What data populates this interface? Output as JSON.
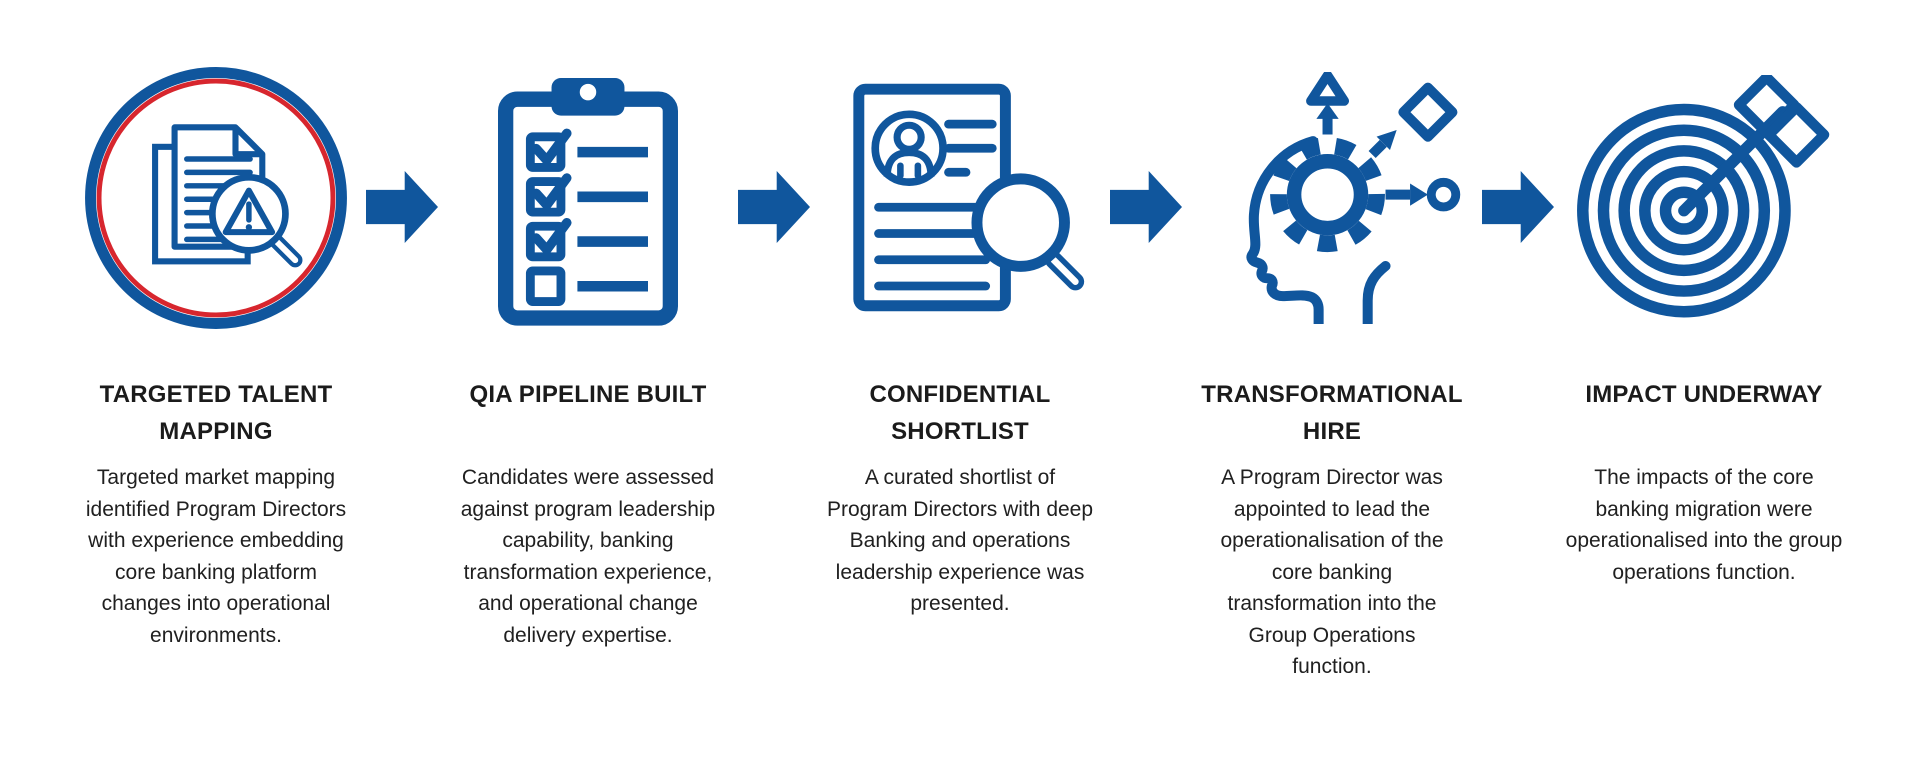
{
  "infographic": {
    "type": "horizontal-process-flow",
    "step_count": 5
  },
  "colors": {
    "primary_blue": "#10569D",
    "accent_red": "#D7262E",
    "title_text": "#1b1b1b",
    "body_text": "#202020",
    "background": "#ffffff"
  },
  "connector": {
    "icon": "arrow-right-icon"
  },
  "steps": [
    {
      "id": "targeted-talent-mapping",
      "icon": "documents-alert-magnifier-icon",
      "title": "TARGETED TALENT MAPPING",
      "description": "Targeted market mapping identified Program Directors with experience embedding core banking platform changes into operational environments."
    },
    {
      "id": "qia-pipeline-built",
      "icon": "clipboard-checklist-icon",
      "title": "QIA PIPELINE BUILT",
      "description": "Candidates were assessed against program leadership capability, banking transformation experience, and operational change delivery expertise."
    },
    {
      "id": "confidential-shortlist",
      "icon": "resume-magnifier-icon",
      "title": "CONFIDENTIAL SHORTLIST",
      "description": "A curated shortlist of Program Directors with deep Banking and operations leadership experience was presented."
    },
    {
      "id": "transformational-hire",
      "icon": "head-gear-icon",
      "title": "TRANSFORMATIONAL HIRE",
      "description": "A Program Director was appointed to lead the operationalisation of the core banking transformation into the Group Operations function."
    },
    {
      "id": "impact-underway",
      "icon": "target-arrow-icon",
      "title": "IMPACT UNDERWAY",
      "description": "The impacts of the core banking migration were operationalised into the group operations function."
    }
  ]
}
